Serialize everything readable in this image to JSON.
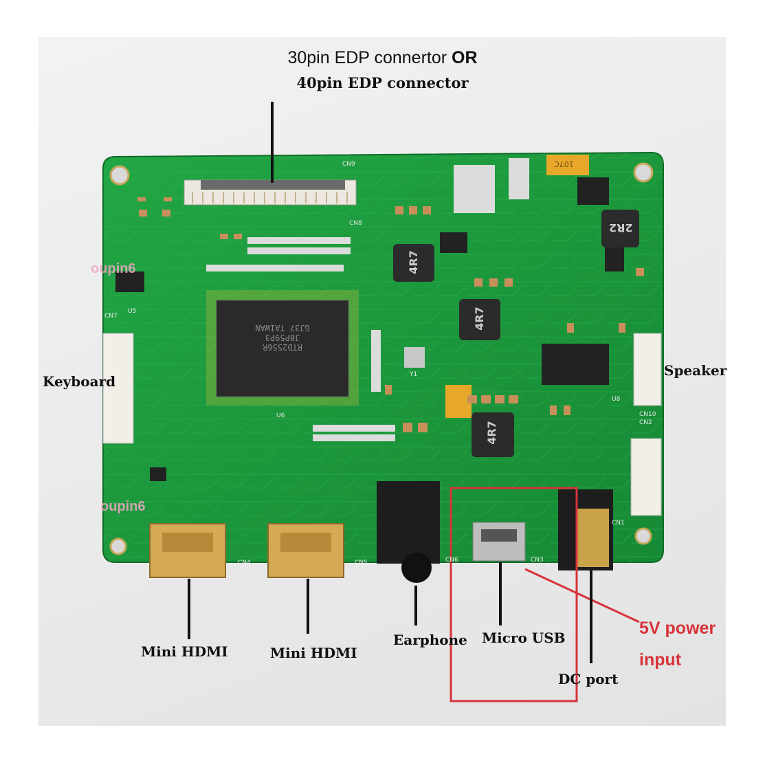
{
  "title": {
    "line1_text": "30pin EDP connertor",
    "line1_bold": "OR",
    "line2": "40pin EDP connector"
  },
  "labels": {
    "keyboard": "Keyboard",
    "speaker": "Speaker",
    "mini_hdmi_1": "Mini HDMI",
    "mini_hdmi_2": "Mini HDMI",
    "earphone": "Earphone",
    "micro_usb": "Micro USB",
    "dc_port": "DC port"
  },
  "power": {
    "line1": "5V power",
    "line2": "input",
    "color": "#d8333a"
  },
  "chips": {
    "main": [
      "RTD2556R",
      "J8P59P3",
      "GJ37 TAIWAN"
    ],
    "inductor_1": "4R7",
    "inductor_2": "4R7",
    "inductor_3": "4R7",
    "inductor_4": "2R2",
    "tantalum": "107C"
  },
  "silkscreen": {
    "cn9": "CN9",
    "cn8": "CN8",
    "cn7": "CN7",
    "cn10": "CN10",
    "cn2": "CN2",
    "cn1": "CN1",
    "cn3": "CN3",
    "cn4": "CN4",
    "cn5": "CN5",
    "cn6": "CN6",
    "u5": "U5",
    "u6": "U6",
    "u8": "U8",
    "y1": "Y1"
  },
  "watermarks": [
    "oupin6",
    "oupin6"
  ],
  "colors": {
    "pcb": "#1f9a3c",
    "pcb_dark": "#167a2e",
    "gold": "#c9a24a",
    "highlight_box": "#d8333a"
  }
}
